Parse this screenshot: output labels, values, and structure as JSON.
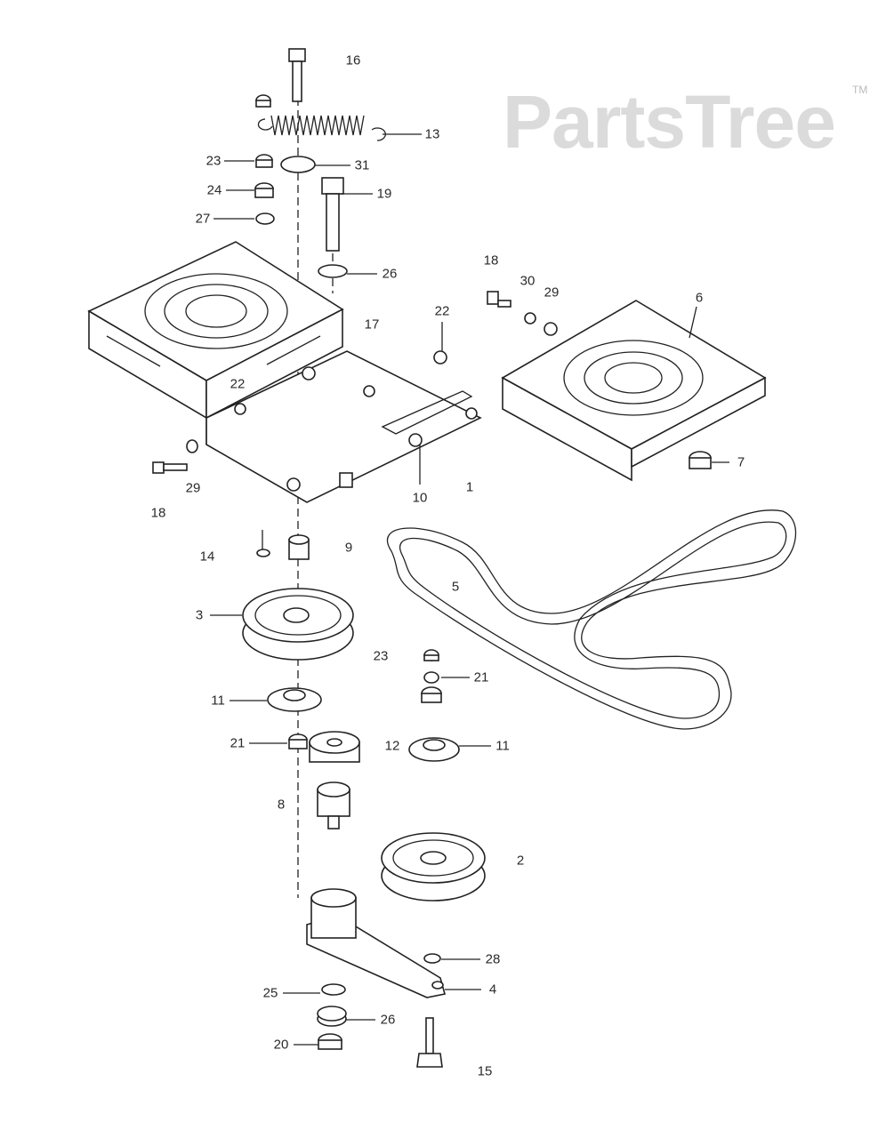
{
  "title": "Parts diagram",
  "watermark": {
    "text": "PartsTree",
    "tm": "TM"
  },
  "callouts": [
    "16",
    "13",
    "23",
    "31",
    "24",
    "19",
    "27",
    "26",
    "18",
    "30",
    "29",
    "6",
    "22",
    "17",
    "22",
    "7",
    "29",
    "10",
    "1",
    "18",
    "9",
    "14",
    "5",
    "3",
    "23",
    "11",
    "21",
    "21",
    "12",
    "11",
    "8",
    "2",
    "28",
    "4",
    "25",
    "26",
    "20",
    "15"
  ]
}
